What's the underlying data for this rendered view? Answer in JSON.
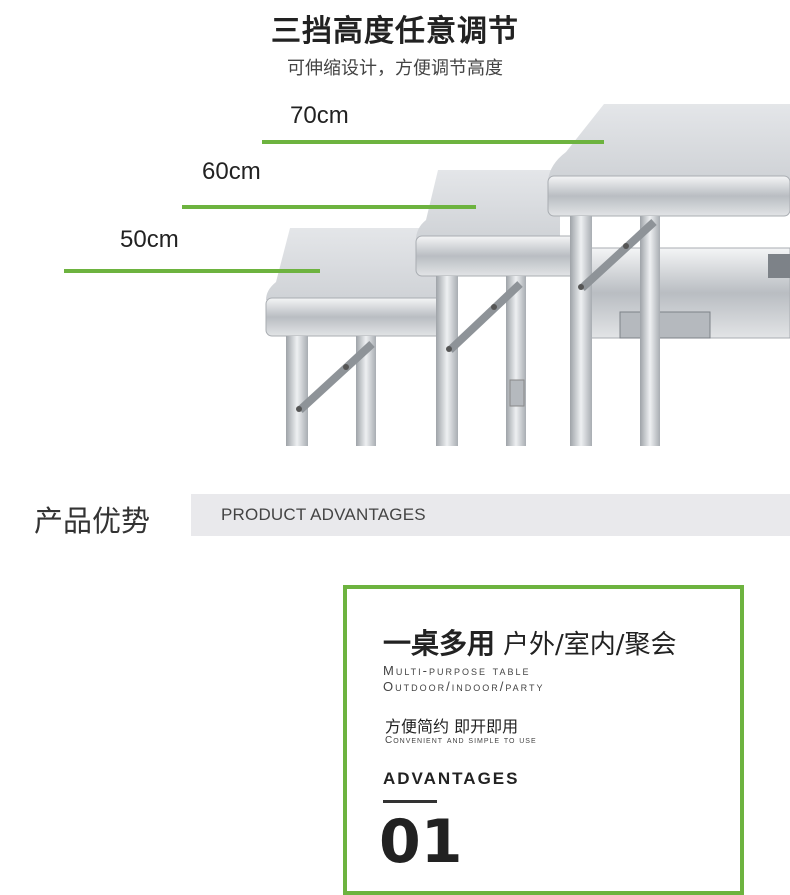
{
  "header": {
    "title": "三挡高度任意调节",
    "subtitle": "可伸缩设计，方便调节高度"
  },
  "heights": [
    {
      "label": "70cm"
    },
    {
      "label": "60cm"
    },
    {
      "label": "50cm"
    }
  ],
  "section": {
    "title": "产品优势",
    "subtitle": "PRODUCT ADVANTAGES"
  },
  "card": {
    "heading_bold": "一桌多用",
    "heading_normal": "户外/室内/聚会",
    "en_line1": "Multi-purpose table",
    "en_line2": "Outdoor/indoor/party",
    "cn_line2": "方便简约 即开即用",
    "en_line3": "Convenient and simple to use",
    "advantages_label": "ADVANTAGES",
    "number": "01"
  },
  "colors": {
    "accent_green": "#6db33f",
    "bar_gray": "#e9e9ec",
    "table_silver": "#d5d8dc"
  }
}
